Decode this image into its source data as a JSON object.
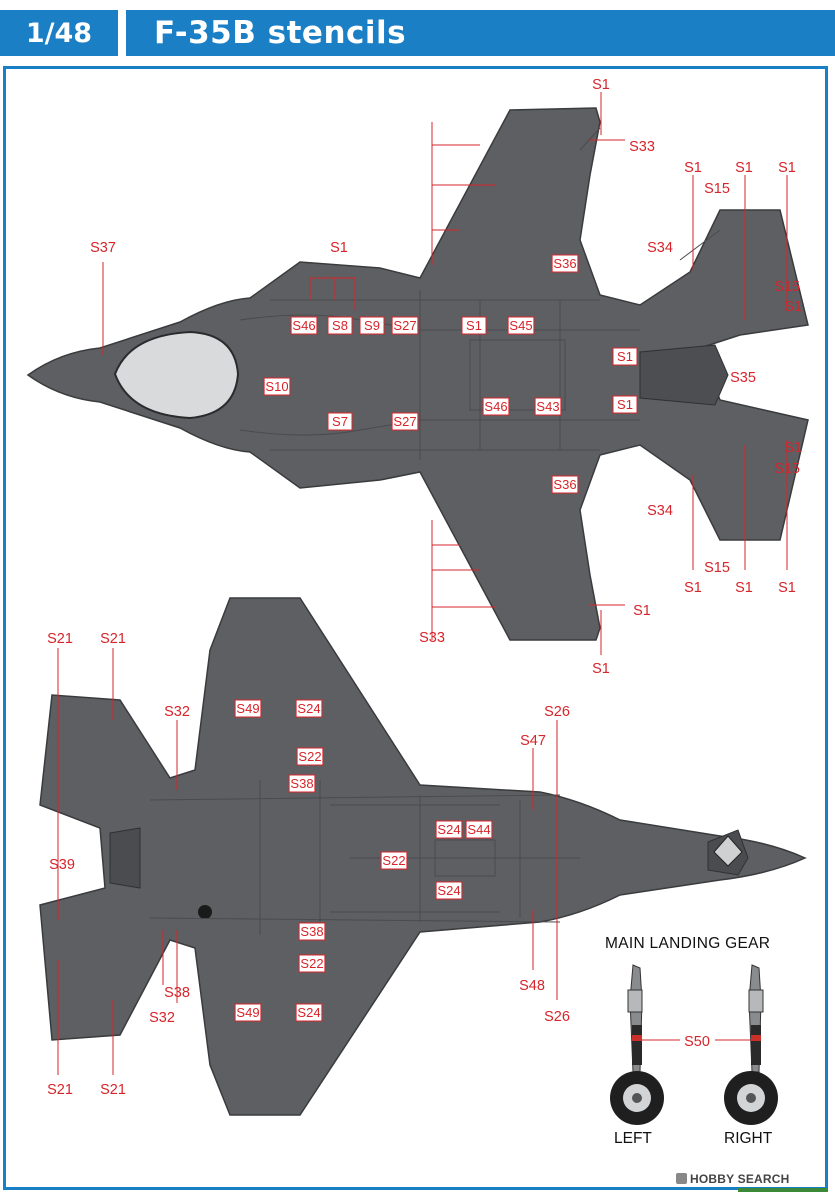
{
  "header": {
    "scale": "1/48",
    "title": "F-35B stencils"
  },
  "gear": {
    "title": "MAIN LANDING GEAR",
    "left": "LEFT",
    "right": "RIGHT",
    "label": "S50"
  },
  "watermark": "HOBBY SEARCH",
  "colors": {
    "accent": "#1a7fc4",
    "stencil_red": "#d6252b",
    "airframe_gray": "#5d5f62"
  },
  "top_view": {
    "labels": [
      "S1",
      "S33",
      "S1",
      "S1",
      "S1",
      "S15",
      "S37",
      "S34",
      "S1",
      "S36",
      "S15",
      "S1",
      "S46",
      "S8",
      "S9",
      "S27",
      "S1",
      "S45",
      "S10",
      "S1",
      "S35",
      "S46",
      "S43",
      "S7",
      "S27",
      "S1",
      "S1",
      "S15",
      "S36",
      "S34",
      "S15",
      "S1",
      "S1",
      "S1",
      "S1",
      "S33",
      "S1"
    ]
  },
  "bottom_view": {
    "labels": [
      "S21",
      "S21",
      "S32",
      "S49",
      "S24",
      "S26",
      "S22",
      "S47",
      "S38",
      "S24",
      "S44",
      "S39",
      "S22",
      "S24",
      "S38",
      "S22",
      "S38",
      "S48",
      "S32",
      "S49",
      "S24",
      "S26",
      "S21",
      "S21"
    ]
  }
}
